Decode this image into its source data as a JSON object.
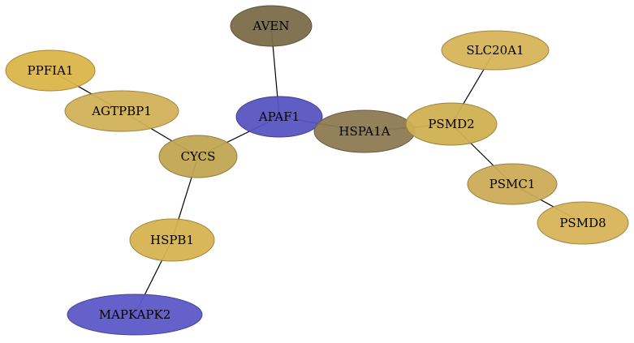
{
  "graph": {
    "nodes": [
      {
        "id": "AVEN",
        "label": "AVEN",
        "color": "#7b6d4a"
      },
      {
        "id": "PPFIA1",
        "label": "PPFIA1",
        "color": "#dbb54a"
      },
      {
        "id": "AGTPBP1",
        "label": "AGTPBP1",
        "color": "#d2b158"
      },
      {
        "id": "APAF1",
        "label": "APAF1",
        "color": "#5754c1"
      },
      {
        "id": "HSPA1A",
        "label": "HSPA1A",
        "color": "#8c7a52"
      },
      {
        "id": "SLC20A1",
        "label": "SLC20A1",
        "color": "#d6b457"
      },
      {
        "id": "PSMD2",
        "label": "PSMD2",
        "color": "#d0b052"
      },
      {
        "id": "CYCS",
        "label": "CYCS",
        "color": "#c1a552"
      },
      {
        "id": "PSMC1",
        "label": "PSMC1",
        "color": "#ccac58"
      },
      {
        "id": "PSMD8",
        "label": "PSMD8",
        "color": "#d8b45a"
      },
      {
        "id": "HSPB1",
        "label": "HSPB1",
        "color": "#d6b352"
      },
      {
        "id": "MAPKAPK2",
        "label": "MAPKAPK2",
        "color": "#5c58c8"
      }
    ],
    "edges": [
      {
        "from": "AVEN",
        "to": "APAF1"
      },
      {
        "from": "PPFIA1",
        "to": "AGTPBP1"
      },
      {
        "from": "AGTPBP1",
        "to": "CYCS"
      },
      {
        "from": "APAF1",
        "to": "CYCS"
      },
      {
        "from": "APAF1",
        "to": "HSPA1A"
      },
      {
        "from": "HSPA1A",
        "to": "PSMD2"
      },
      {
        "from": "SLC20A1",
        "to": "PSMD2"
      },
      {
        "from": "PSMD2",
        "to": "PSMC1"
      },
      {
        "from": "PSMC1",
        "to": "PSMD8"
      },
      {
        "from": "CYCS",
        "to": "HSPB1"
      },
      {
        "from": "HSPB1",
        "to": "MAPKAPK2"
      }
    ]
  }
}
